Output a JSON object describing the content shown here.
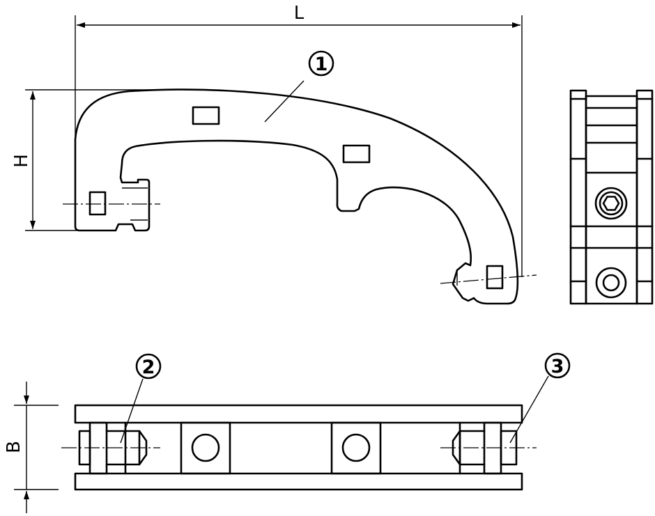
{
  "drawing": {
    "dimensions": {
      "length": "L",
      "height": "H",
      "width": "B"
    },
    "callouts": {
      "part1": "1",
      "part2": "2",
      "part3": "3"
    },
    "colors": {
      "line": "#000000",
      "background": "#ffffff"
    }
  }
}
